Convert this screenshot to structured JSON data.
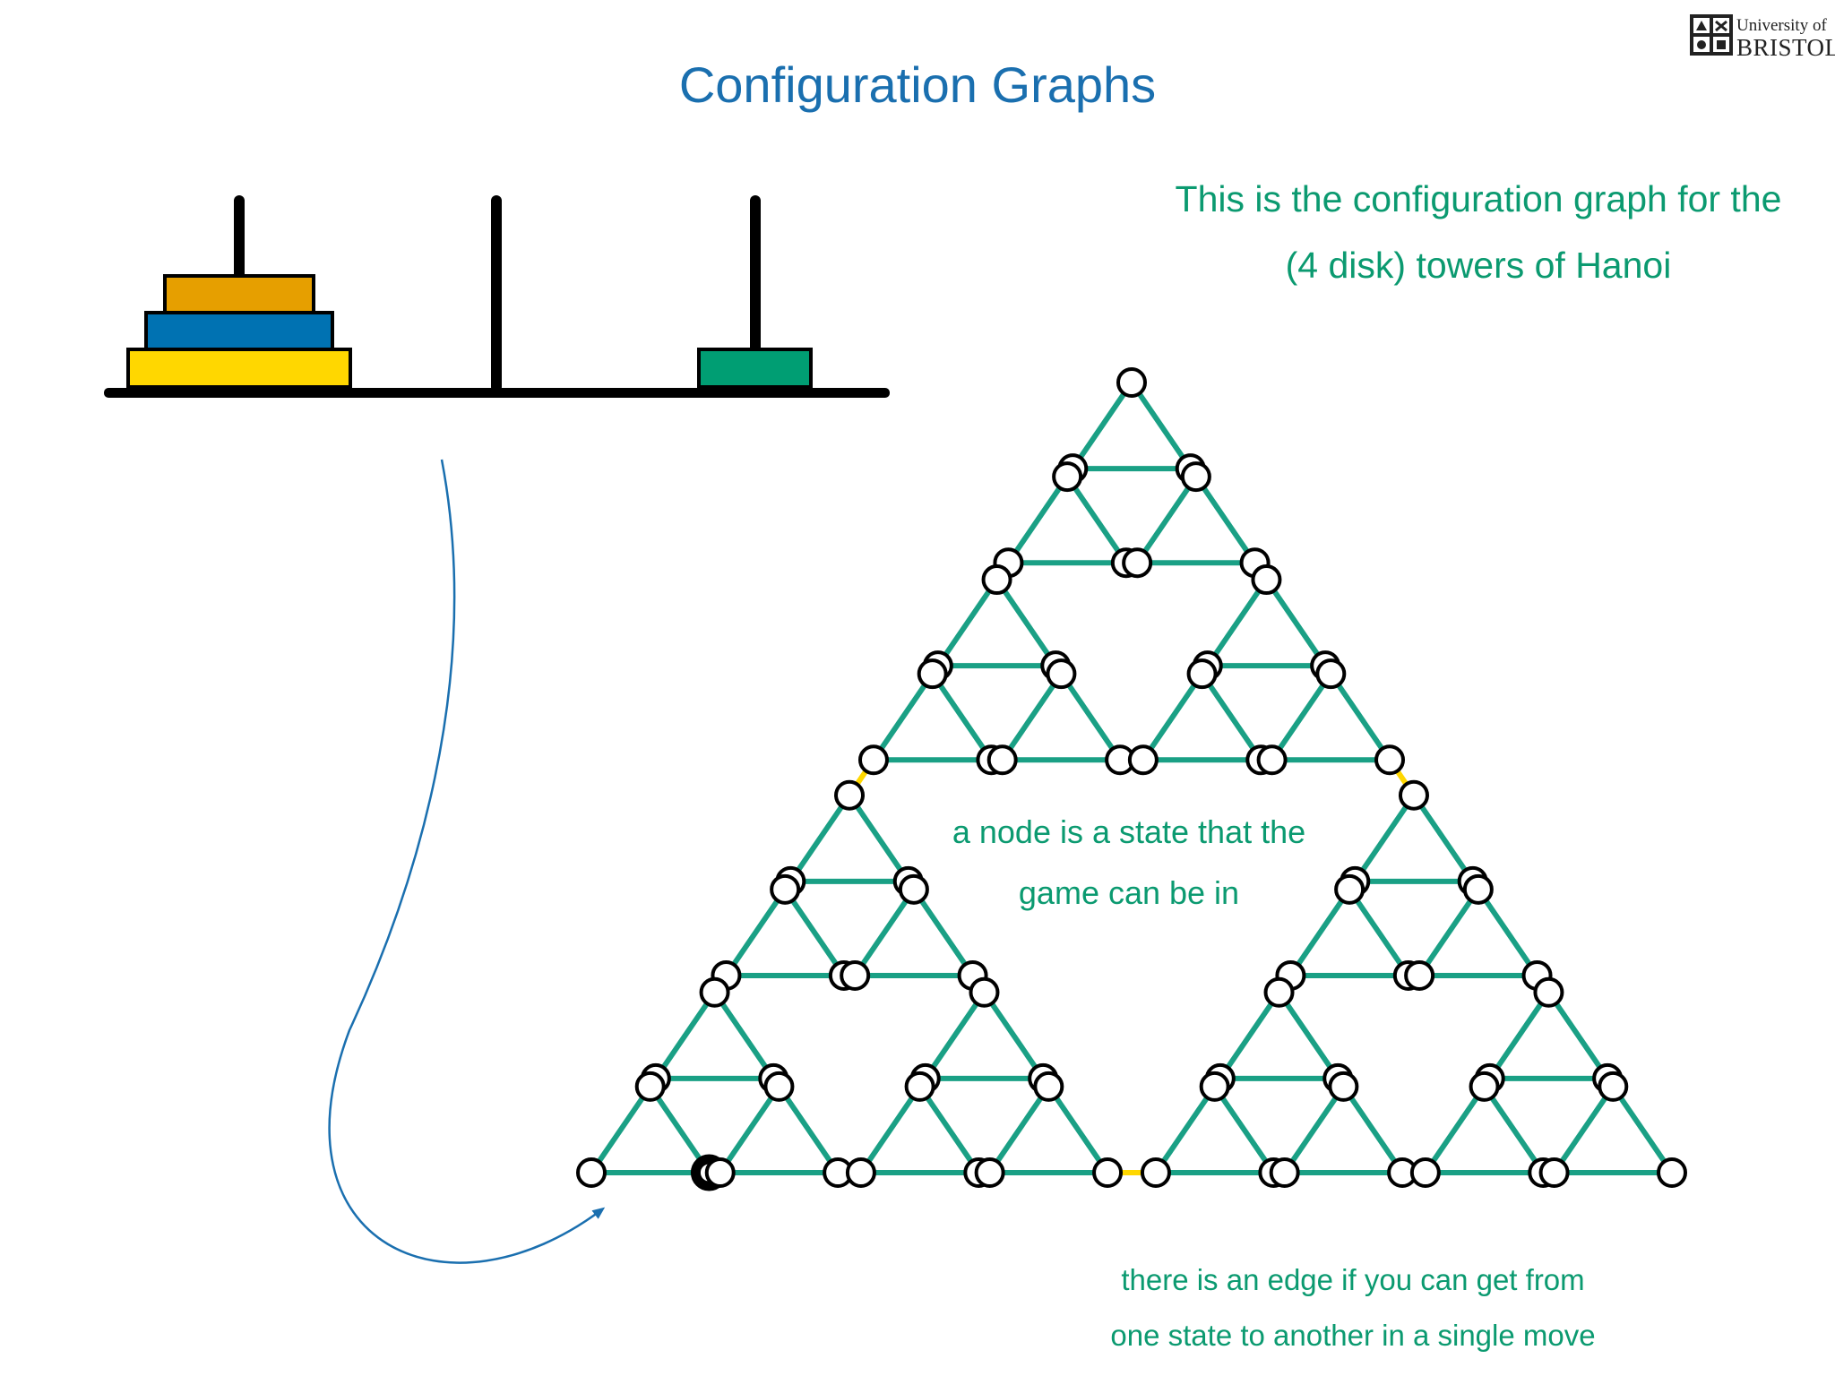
{
  "slide": {
    "title": "Configuration Graphs",
    "logo": {
      "line1": "University of",
      "line2": "BRISTOL"
    }
  },
  "notes": {
    "top": [
      "This is the configuration graph for the",
      "(4 disk) towers of Hanoi"
    ],
    "middle": [
      "a node is a state that the",
      "game can be in"
    ],
    "bottom": [
      "there is an edge if you can get from",
      "one state to another in a single move"
    ]
  },
  "hanoi": {
    "pegs": 3,
    "disks": [
      {
        "peg": 1,
        "size": 4,
        "color": "#ffd700"
      },
      {
        "peg": 1,
        "size": 3,
        "color": "#0072b2"
      },
      {
        "peg": 1,
        "size": 2,
        "color": "#e69f00"
      },
      {
        "peg": 3,
        "size": 1,
        "color": "#009e73"
      }
    ]
  },
  "graph": {
    "disks": 4,
    "highlighted_node": "current configuration",
    "edge_colors": {
      "disk1": "#1aa085",
      "disk2": "#1a6faf",
      "disk3": "#e69f00",
      "disk4": "#ffd700"
    }
  },
  "colors": {
    "title": "#1a6faf",
    "text": "#0b9a70",
    "arrow": "#1a6faf"
  }
}
